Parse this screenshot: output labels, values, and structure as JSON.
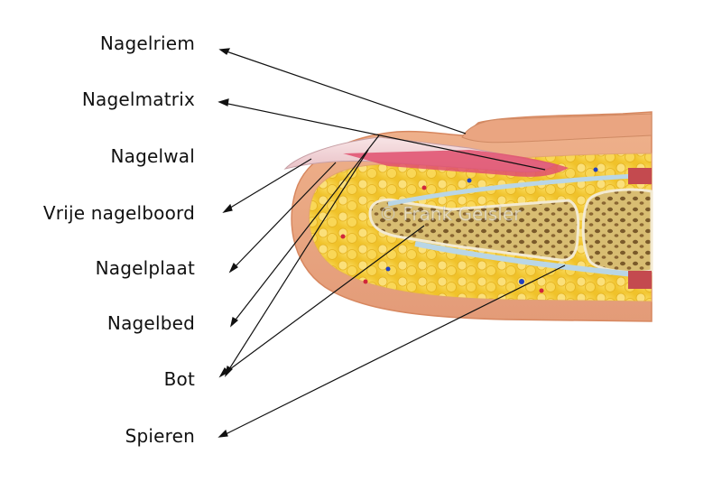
{
  "labels": [
    {
      "key": "cuticle",
      "text": "Nagelriem"
    },
    {
      "key": "matrix",
      "text": "Nagelmatrix"
    },
    {
      "key": "nail-fold",
      "text": "Nagelwal"
    },
    {
      "key": "free-edge",
      "text": "Vrije nagelboord"
    },
    {
      "key": "nail-plate",
      "text": "Nagelplaat"
    },
    {
      "key": "nail-bed",
      "text": "Nagelbed"
    },
    {
      "key": "bone",
      "text": "Bot"
    },
    {
      "key": "muscles",
      "text": "Spieren"
    }
  ],
  "watermark": "© Frank Geisler",
  "colors": {
    "skin": "#e7a77f",
    "skin_dark": "#d98f6c",
    "fat": "#f6cf3e",
    "bone": "#d9c27c",
    "nail": "#f2d6da",
    "matrix": "#e0506e",
    "arrow": "#111111"
  }
}
